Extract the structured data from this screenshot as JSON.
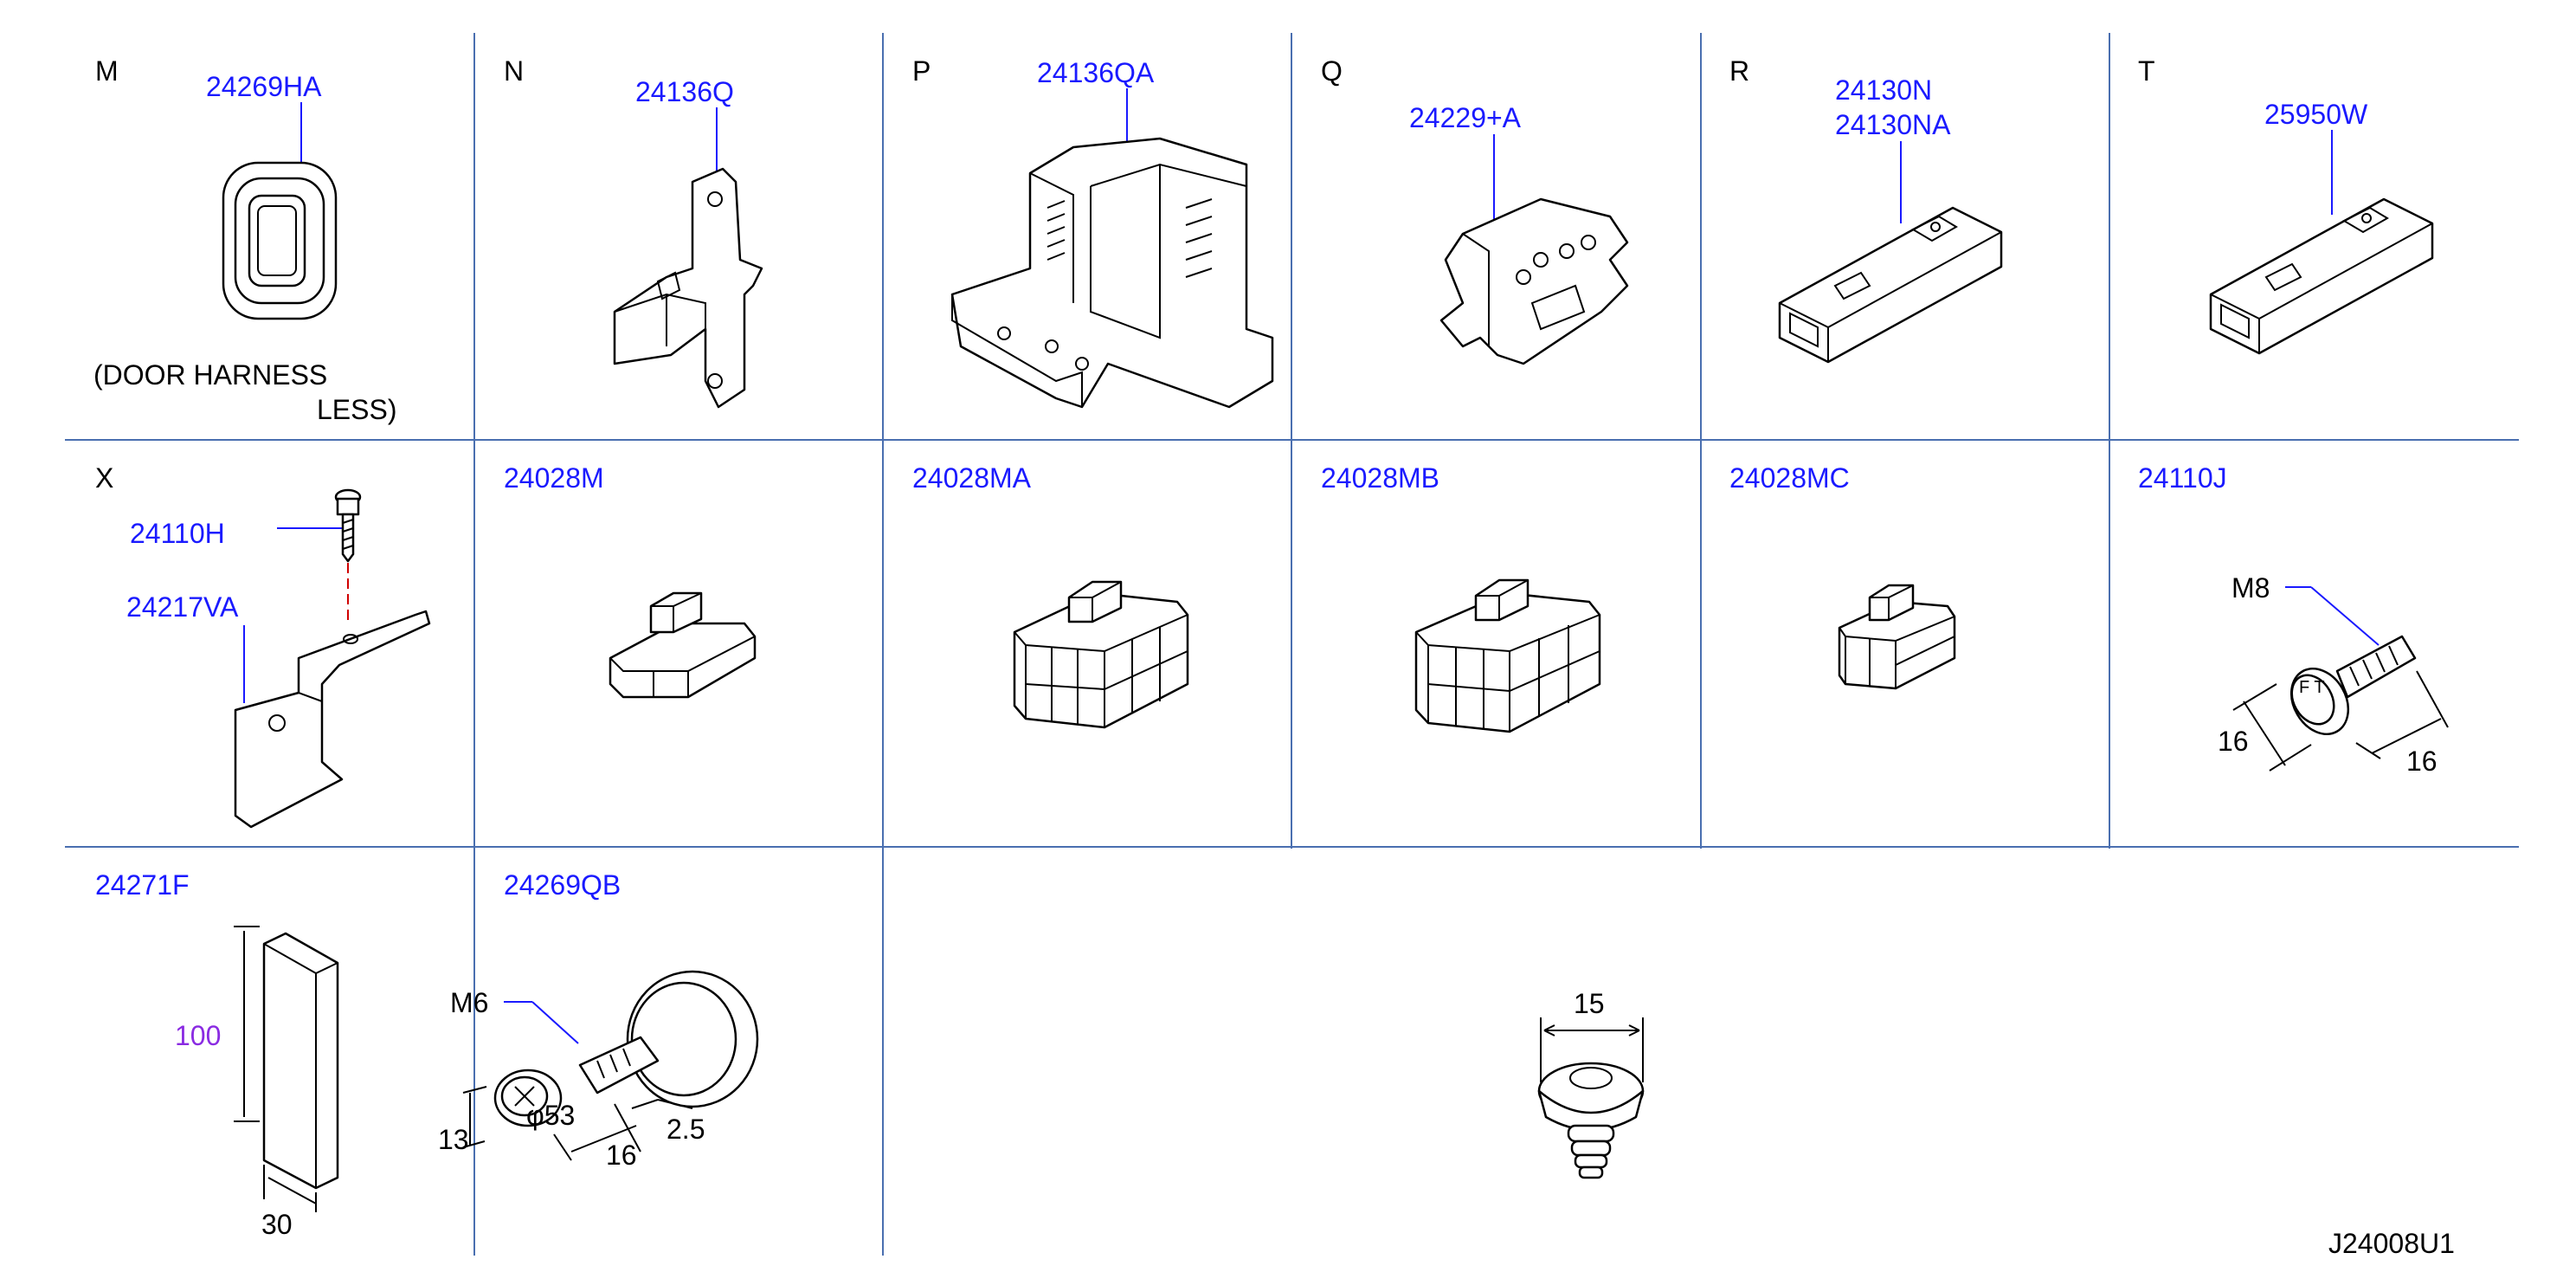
{
  "cells": {
    "M": {
      "letter": "M",
      "part": "24269HA",
      "note1": "(DOOR   HARNESS",
      "note2": "LESS)"
    },
    "N": {
      "letter": "N",
      "part": "24136Q"
    },
    "P": {
      "letter": "P",
      "part": "24136QA"
    },
    "Q": {
      "letter": "Q",
      "part": "24229+A"
    },
    "R": {
      "letter": "R",
      "part1": "24130N",
      "part2": "24130NA"
    },
    "T": {
      "letter": "T",
      "part": "25950W"
    },
    "X": {
      "letter": "X",
      "part1": "24110H",
      "part2": "24217VA"
    },
    "r2c2": {
      "part": "24028M"
    },
    "r2c3": {
      "part": "24028MA"
    },
    "r2c4": {
      "part": "24028MB"
    },
    "r2c5": {
      "part": "24028MC"
    },
    "r2c6": {
      "part": "24110J",
      "thread": "M8",
      "dim1": "16",
      "dim2": "16"
    },
    "r3c1": {
      "part": "24271F",
      "height": "100",
      "width": "30"
    },
    "r3c2": {
      "part": "24269QB",
      "thread": "M6",
      "d1": "13",
      "d2": "φ53",
      "d3": "16",
      "d4": "2.5"
    },
    "r3c3": {
      "dim": "15"
    }
  },
  "diagram_code": "J24008U1",
  "colors": {
    "part_number": "#1a1aff",
    "grid": "#4a6fb0",
    "dimension_highlight": "#8a2be2"
  }
}
